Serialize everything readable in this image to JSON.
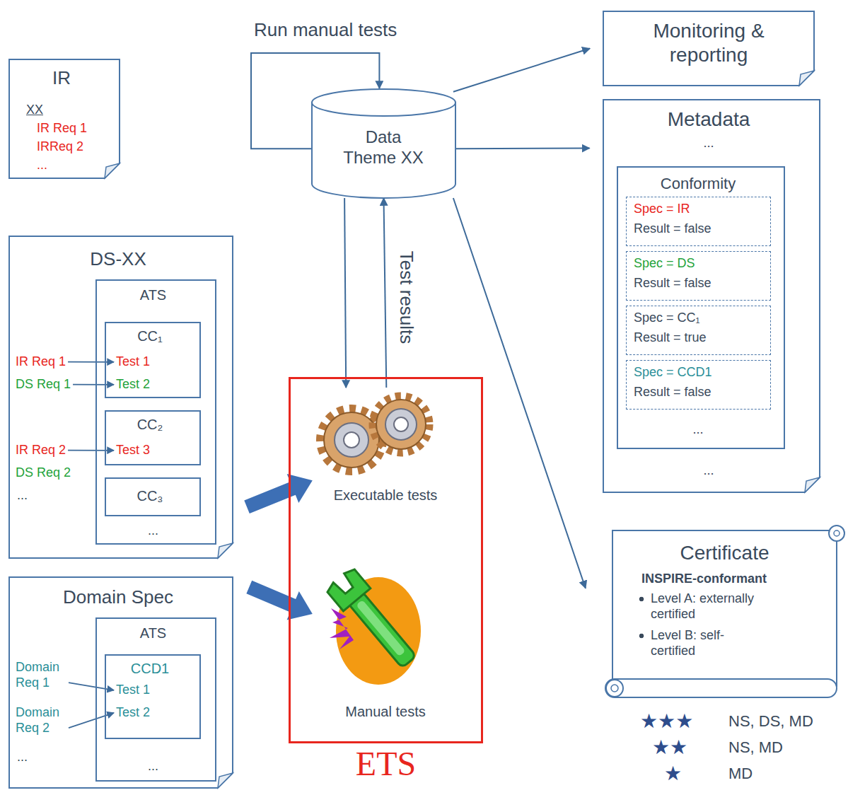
{
  "diagram": {
    "nodes": [
      {
        "text": [
          "IR",
          "XX",
          "IR Req 1",
          "IRReq 2",
          "..."
        ]
      },
      {
        "text": [
          "DS-XX",
          "IR Req 1",
          "DS Req 1",
          "IR Req 2",
          "DS Req 2",
          "..."
        ]
      },
      {
        "text": [
          "ATS",
          "..."
        ],
        "in": 1
      },
      {
        "text": [
          "CC₁",
          "Test 1",
          "Test 2"
        ],
        "in": 2
      },
      {
        "text": [
          "CC₂",
          "Test 3"
        ],
        "in": 2
      },
      {
        "text": [
          "CC₃"
        ],
        "in": 2
      },
      {
        "text": [
          "Domain Spec",
          "Domain Req 1",
          "Domain Req 2",
          "..."
        ]
      },
      {
        "text": [
          "ATS",
          "..."
        ],
        "in": 6
      },
      {
        "text": [
          "CCD1",
          "Test 1",
          "Test 2"
        ],
        "in": 7
      },
      {
        "text": [
          "Data Theme XX"
        ]
      },
      {
        "text": [
          "ETS"
        ]
      },
      {
        "text": [
          "Executable tests"
        ],
        "in": 10
      },
      {
        "text": [
          "Manual tests"
        ],
        "in": 10
      },
      {
        "text": [
          "Monitoring & reporting"
        ]
      },
      {
        "text": [
          "Metadata",
          "...",
          "..."
        ]
      },
      {
        "text": [
          "Conformity",
          "..."
        ],
        "in": 14
      },
      {
        "text": [
          "Spec = IR",
          "Result = false"
        ],
        "in": 15
      },
      {
        "text": [
          "Spec = DS",
          "Result = false"
        ],
        "in": 15
      },
      {
        "text": [
          "Spec = CC₁",
          "Result = true"
        ],
        "in": 15
      },
      {
        "text": [
          "Spec = CCD1",
          "Result = false"
        ],
        "in": 15
      },
      {
        "text": [
          "Certificate",
          "INSPIRE-conformant",
          "Level A: externally certified",
          "Level B: self-certified"
        ]
      }
    ],
    "edges": [
      {
        "from": 9,
        "to": 9,
        "label": "Run manual tests",
        "arrow": "to"
      },
      {
        "from": 9,
        "to": 11,
        "arrow": "to"
      },
      {
        "from": 11,
        "to": 9,
        "label": "Test results",
        "arrow": "to"
      },
      {
        "from": 9,
        "to": 13,
        "arrow": "to"
      },
      {
        "from": 9,
        "to": 14,
        "arrow": "to"
      },
      {
        "from": 9,
        "to": 20,
        "arrow": "to"
      },
      {
        "from": 1,
        "to": 11,
        "arrow": "to"
      },
      {
        "from": 6,
        "to": 12,
        "arrow": "to"
      }
    ],
    "labels": [
      "★★★",
      "NS, DS, MD",
      "★★",
      "NS, MD",
      "★",
      "MD"
    ]
  }
}
